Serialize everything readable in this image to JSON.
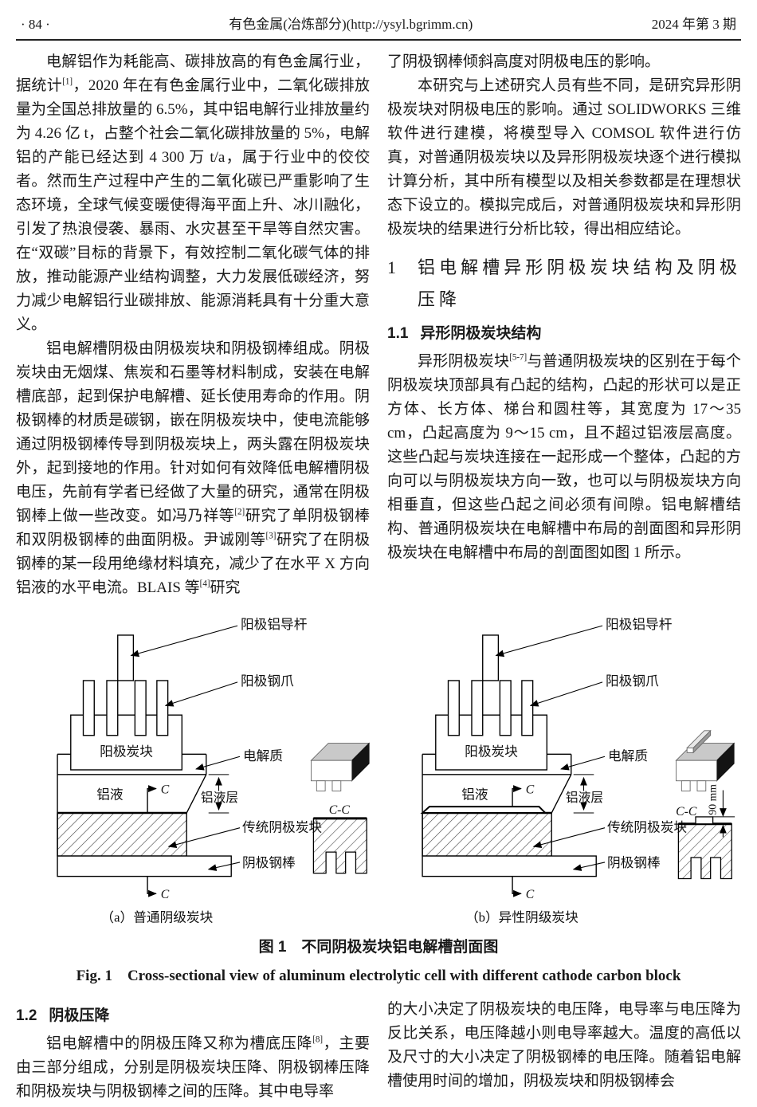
{
  "page": {
    "header": {
      "page_number": "· 84 ·",
      "journal_title": "有色金属(冶炼部分)(http://ysyl.bgrimm.cn)",
      "issue": "2024 年第 3 期"
    }
  },
  "intro": {
    "left_paragraphs": [
      {
        "indent": true,
        "segments": [
          {
            "text": "电解铝作为耗能高、碳排放高的有色金属行业，据统计"
          },
          {
            "sup": "[1]"
          },
          {
            "text": "，2020 年在有色金属行业中，二氧化碳排放量为全国总排放量的 6.5%，其中铝电解行业排放量约为 4.26 亿 t，占整个社会二氧化碳排放量的 5%，电解铝的产能已经达到 4 300 万 t/a，属于行业中的佼佼者。然而生产过程中产生的二氧化碳已严重影响了生态环境，全球气候变暖使得海平面上升、冰川融化，引发了热浪侵袭、暴雨、水灾甚至干旱等自然灾害。在“双碳”目标的背景下，有效控制二氧化碳气体的排放，推动能源产业结构调整，大力发展低碳经济，努力减少电解铝行业碳排放、能源消耗具有十分重大意义。"
          }
        ]
      },
      {
        "indent": true,
        "segments": [
          {
            "text": "铝电解槽阴极由阴极炭块和阴极钢棒组成。阴极炭块由无烟煤、焦炭和石墨等材料制成，安装在电解槽底部，起到保护电解槽、延长使用寿命的作用。阴极钢棒的材质是碳钢，嵌在阴极炭块中，使电流能够通过阴极钢棒传导到阴极炭块上，两头露在阴极炭块外，起到接地的作用。针对如何有效降低电解槽阴极电压，先前有学者已经做了大量的研究，通常在阴极钢棒上做一些改变。如冯乃祥等"
          },
          {
            "sup": "[2]"
          },
          {
            "text": "研究了单阴极钢棒和双阴极钢棒的曲面阴极。尹诚刚等"
          },
          {
            "sup": "[3]"
          },
          {
            "text": "研究了在阴极钢棒的某一段用绝缘材料填充，减少了在水平 X 方向铝液的水平电流。BLAIS 等"
          },
          {
            "sup": "[4]"
          },
          {
            "text": "研究"
          }
        ]
      }
    ],
    "right_paragraphs": [
      {
        "indent": false,
        "segments": [
          {
            "text": "了阴极钢棒倾斜高度对阴极电压的影响。"
          }
        ]
      },
      {
        "indent": true,
        "segments": [
          {
            "text": "本研究与上述研究人员有些不同，是研究异形阴极炭块对阴极电压的影响。通过 SOLIDWORKS 三维软件进行建模，将模型导入 COMSOL 软件进行仿真，对普通阴极炭块以及异形阴极炭块逐个进行模拟计算分析，其中所有模型以及相关参数都是在理想状态下设立的。模拟完成后，对普通阴极炭块和异形阴极炭块的结果进行分析比较，得出相应结论。"
          }
        ]
      }
    ]
  },
  "section1": {
    "number": "1",
    "title": "铝电解槽异形阴极炭块结构及阴极压降"
  },
  "section1_1": {
    "number": "1.1",
    "title": "异形阴极炭块结构",
    "paragraphs": [
      {
        "indent": true,
        "segments": [
          {
            "text": "异形阴极炭块"
          },
          {
            "sup": "[5-7]"
          },
          {
            "text": "与普通阴极炭块的区别在于每个阴极炭块顶部具有凸起的结构，凸起的形状可以是正方体、长方体、梯台和圆柱等，其宽度为 17～35 cm，凸起高度为 9～15 cm，且不超过铝液层高度。这些凸起与炭块连接在一起形成一个整体，凸起的方向可以与阴极炭块方向一致，也可以与阴极炭块方向相垂直，但这些凸起之间必须有间隙。铝电解槽结构、普通阴极炭块在电解槽中布局的剖面图和异形阴极炭块在电解槽中布局的剖面图如图 1 所示。"
          }
        ]
      }
    ]
  },
  "figure1": {
    "labels": {
      "anode_rod": "阳极铝导杆",
      "anode_claw": "阳极钢爪",
      "anode_block": "阳极炭块",
      "electrolyte": "电解质",
      "aluminum": "铝液",
      "aluminum_layer": "铝液层",
      "cathode_block": "传统阴极炭块",
      "cathode_bar": "阴极钢棒",
      "section_c": "C",
      "section_cc": "C-C",
      "dim_90mm": "90 mm"
    },
    "subcaption_a": "（a）普通阴级炭块",
    "subcaption_b": "（b）异性阴级炭块",
    "caption_zh": "图 1　不同阴极炭块铝电解槽剖面图",
    "caption_en": "Fig. 1　Cross-sectional view of aluminum electrolytic cell with different cathode carbon block"
  },
  "section1_2": {
    "number": "1.2",
    "title": "阴极压降",
    "left_paragraphs": [
      {
        "indent": true,
        "segments": [
          {
            "text": "铝电解槽中的阴极压降又称为槽底压降"
          },
          {
            "sup": "[8]"
          },
          {
            "text": "，主要由三部分组成，分别是阴极炭块压降、阴极钢棒压降和阴极炭块与阴极钢棒之间的压降。其中电导率"
          }
        ]
      }
    ],
    "right_paragraphs": [
      {
        "indent": false,
        "segments": [
          {
            "text": "的大小决定了阴极炭块的电压降，电导率与电压降为反比关系，电压降越小则电导率越大。温度的高低以及尺寸的大小决定了阴极钢棒的电压降。随着铝电解槽使用时间的增加，阴极炭块和阴极钢棒会"
          }
        ]
      }
    ]
  },
  "colors": {
    "text": "#1a1a1a",
    "line": "#000000",
    "hatch": "#444444",
    "block3d_top": "#c9c9c9",
    "block3d_side": "#141414"
  }
}
